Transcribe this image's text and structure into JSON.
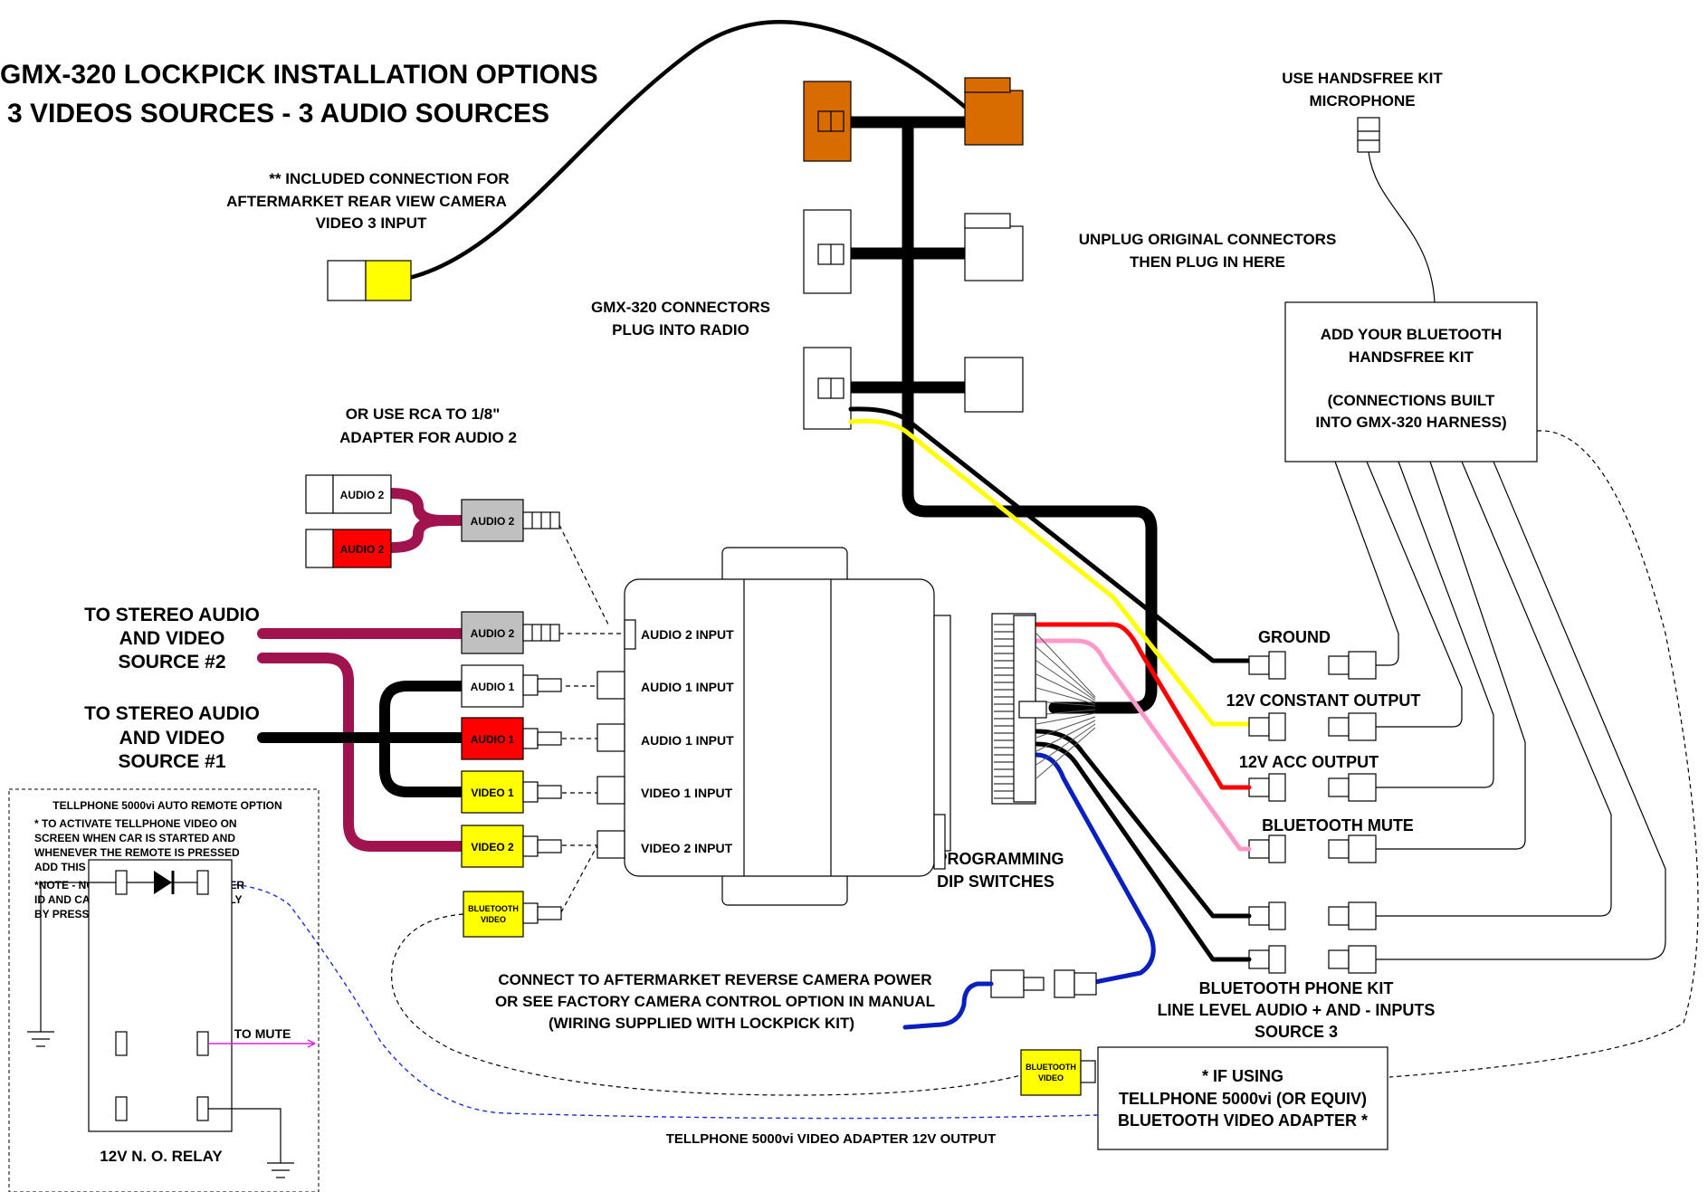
{
  "title": {
    "line1": "GMX-320 LOCKPICK INSTALLATION OPTIONS",
    "line2": "3 VIDEOS SOURCES - 3 AUDIO SOURCES"
  },
  "camera_note": {
    "line1": "** INCLUDED CONNECTION FOR",
    "line2": "AFTERMARKET REAR VIEW CAMERA",
    "line3": "VIDEO 3 INPUT"
  },
  "gmx_connectors": {
    "line1": "GMX-320 CONNECTORS",
    "line2": "PLUG INTO RADIO"
  },
  "unplug_note": {
    "line1": "UNPLUG ORIGINAL CONNECTORS",
    "line2": "THEN PLUG IN HERE"
  },
  "mic_note": {
    "line1": "USE HANDSFREE KIT",
    "line2": "MICROPHONE"
  },
  "bt_kit_box": {
    "line1": "ADD YOUR BLUETOOTH",
    "line2": "HANDSFREE KIT",
    "line3": "(CONNECTIONS BUILT",
    "line4": "INTO GMX-320 HARNESS)"
  },
  "rca_adapter_note": {
    "line1": "OR USE RCA TO 1/8\"",
    "line2": "ADAPTER FOR AUDIO 2"
  },
  "source2": {
    "line1": "TO STEREO AUDIO",
    "line2": "AND VIDEO",
    "line3": "SOURCE #2"
  },
  "source1": {
    "line1": "TO STEREO AUDIO",
    "line2": "AND VIDEO",
    "line3": "SOURCE #1"
  },
  "plugs": {
    "audio2": "AUDIO 2",
    "audio1": "AUDIO 1",
    "video1": "VIDEO 1",
    "video2": "VIDEO 2",
    "bluetooth_video_l1": "BLUETOOTH",
    "bluetooth_video_l2": "VIDEO"
  },
  "inputs": [
    "AUDIO 2 INPUT",
    "AUDIO 1 INPUT",
    "AUDIO 1 INPUT",
    "VIDEO 1 INPUT",
    "VIDEO 2 INPUT"
  ],
  "dip_label": {
    "line1": "PROGRAMMING",
    "line2": "DIP SWITCHES"
  },
  "harness_outputs": {
    "ground": "GROUND",
    "constant": "12V CONSTANT OUTPUT",
    "acc": "12V ACC OUTPUT",
    "mute": "BLUETOOTH MUTE"
  },
  "phone_kit_note": {
    "line1": "BLUETOOTH PHONE KIT",
    "line2": "LINE LEVEL AUDIO + AND - INPUTS",
    "line3": "SOURCE 3"
  },
  "reverse_note": {
    "line1": "CONNECT TO AFTERMARKET REVERSE CAMERA POWER",
    "line2": "OR SEE FACTORY CAMERA CONTROL OPTION IN MANUAL",
    "line3": "(WIRING SUPPLIED WITH LOCKPICK KIT)"
  },
  "tellphone_box": {
    "line1": "* IF USING",
    "line2": "TELLPHONE 5000vi (OR EQUIV)",
    "line3": "BLUETOOTH VIDEO ADAPTER *"
  },
  "tellphone_12v": "TELLPHONE 5000vi VIDEO ADAPTER 12V OUTPUT",
  "remote_option": {
    "title": "TELLPHONE 5000vi AUTO REMOTE OPTION",
    "l1": "* TO ACTIVATE TELLPHONE VIDEO ON",
    "l2": "SCREEN WHEN CAR IS STARTED AND",
    "l3": "WHENEVER THE REMOTE IS PRESSED",
    "l4": "ADD THIS CIRCUIT:",
    "l5": "*NOTE - NOT NECESSARY FOR CALLER",
    "l6": "ID AND CAN BE ACTIVATED MANUALLY",
    "l7": "BY PRESSING WINDOW 1X +MUTE 4X",
    "to_mute": "TO MUTE",
    "relay": "12V   N. O. RELAY"
  },
  "colors": {
    "black_wire": "#000000",
    "maroon_wire": "#a0134f",
    "yellow": "#ffff00",
    "red": "#ff0000",
    "pink": "#ff99cc",
    "blue": "#0a1fbf",
    "orange": "#d96c00",
    "gray": "#c0c0c0",
    "magenta": "#e020e0"
  }
}
